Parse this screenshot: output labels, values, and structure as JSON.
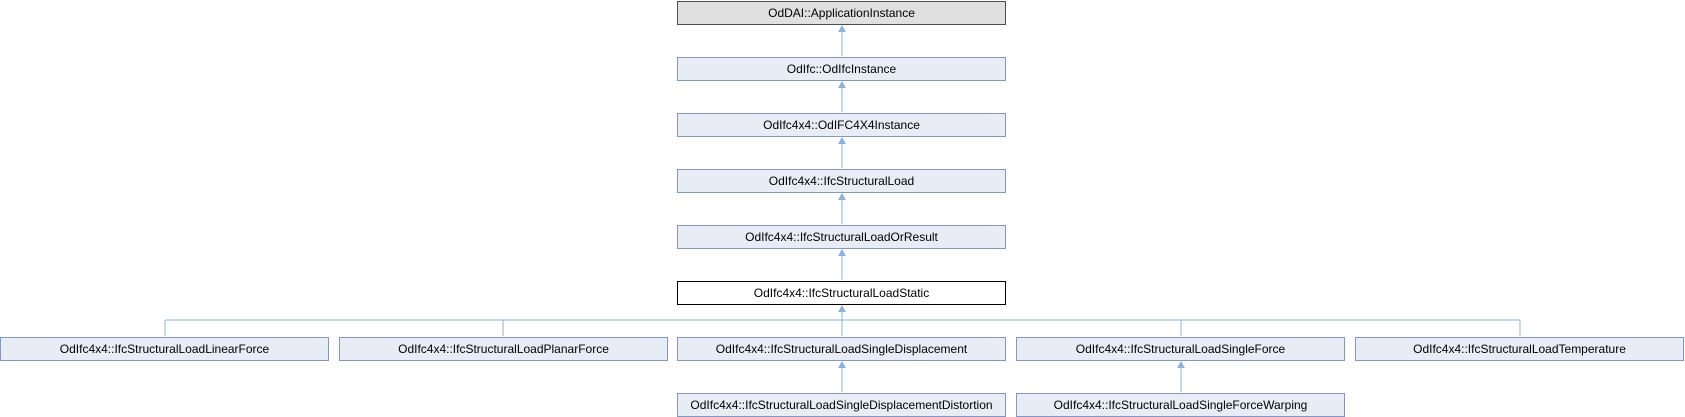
{
  "nodes": {
    "application_instance": "OdDAI::ApplicationInstance",
    "ifc_instance": "OdIfc::OdIfcInstance",
    "ifc4x4_instance": "OdIfc4x4::OdIFC4X4Instance",
    "structural_load": "OdIfc4x4::IfcStructuralLoad",
    "structural_load_or_result": "OdIfc4x4::IfcStructuralLoadOrResult",
    "structural_load_static": "OdIfc4x4::IfcStructuralLoadStatic",
    "linear_force": "OdIfc4x4::IfcStructuralLoadLinearForce",
    "planar_force": "OdIfc4x4::IfcStructuralLoadPlanarForce",
    "single_displacement": "OdIfc4x4::IfcStructuralLoadSingleDisplacement",
    "single_force": "OdIfc4x4::IfcStructuralLoadSingleForce",
    "temperature": "OdIfc4x4::IfcStructuralLoadTemperature",
    "single_displacement_distortion": "OdIfc4x4::IfcStructuralLoadSingleDisplacementDistortion",
    "single_force_warping": "OdIfc4x4::IfcStructuralLoadSingleForceWarping"
  },
  "colors": {
    "edge": "#8fb3d9",
    "node_fill": "#e8ecf5",
    "node_border": "#8496c6",
    "root_fill": "#e0e0e0",
    "current_fill": "#ffffff"
  }
}
